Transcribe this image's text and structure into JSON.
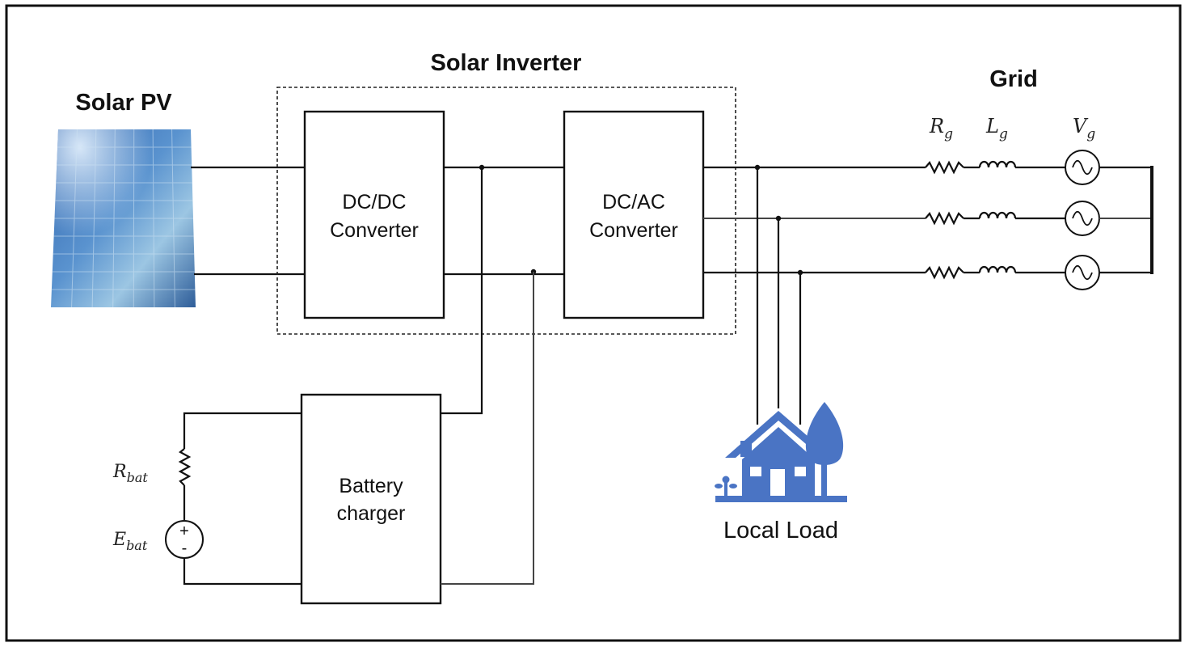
{
  "labels": {
    "solar_pv": "Solar PV",
    "solar_inverter": "Solar Inverter",
    "grid": "Grid",
    "local_load": "Local Load"
  },
  "blocks": {
    "dcdc": [
      "DC/DC",
      "Converter"
    ],
    "dcac": [
      "DC/AC",
      "Converter"
    ],
    "battery_charger": [
      "Battery",
      "charger"
    ]
  },
  "symbols": {
    "rg": {
      "base": "R",
      "sub": "g"
    },
    "lg": {
      "base": "L",
      "sub": "g"
    },
    "vg": {
      "base": "V",
      "sub": "g"
    },
    "rbat": {
      "base": "R",
      "sub": "bat"
    },
    "ebat": {
      "base": "E",
      "sub": "bat"
    }
  },
  "polarity": {
    "plus": "+",
    "minus": "-"
  },
  "colors": {
    "house": "#4a74c4",
    "panel_dark": "#3a6fb5",
    "panel_light": "#8fc0e0",
    "wire": "#111111"
  },
  "icons": [
    "solar-panel-icon",
    "house-icon",
    "tree-icon",
    "resistor-icon",
    "inductor-icon",
    "ac-source-icon",
    "dc-source-icon"
  ]
}
